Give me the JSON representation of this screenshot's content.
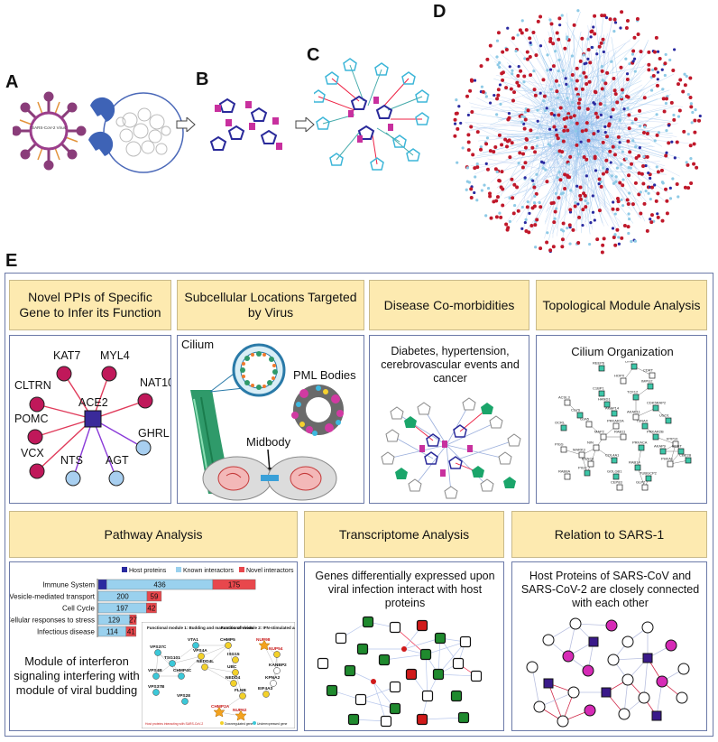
{
  "top_panels": {
    "a_label": "A",
    "b_label": "B",
    "c_label": "C",
    "d_label": "D",
    "virus_text": "SARS-CoV-2 Virus"
  },
  "section_e": {
    "label": "E",
    "row1": [
      {
        "title": "Novel PPIs of Specific Gene to Infer its Function"
      },
      {
        "title": "Subcellular Locations Targeted by Virus"
      },
      {
        "title": "Disease Co-morbidities"
      },
      {
        "title": "Topological Module Analysis"
      }
    ],
    "row2": [
      {
        "title": "Pathway Analysis"
      },
      {
        "title": "Transcriptome Analysis"
      },
      {
        "title": "Relation to SARS-1"
      }
    ],
    "ppi": {
      "center": "ACE2",
      "nodes": [
        "CLTRN",
        "KAT7",
        "MYL4",
        "NAT10",
        "POMC",
        "GHRL",
        "VCX",
        "AGT",
        "NTS"
      ]
    },
    "subcellular": {
      "cilium": "Cilium",
      "pml": "PML Bodies",
      "midbody": "Midbody"
    },
    "comorbid_text": "Diabetes, hypertension, cerebrovascular events and cancer",
    "topo": {
      "title": "Cilium Organization",
      "genes": [
        "REEP6",
        "LIFAP",
        "CDRT",
        "HOPX",
        "IMPG2",
        "C1BP1",
        "TCF12",
        "HAND1",
        "ACSL3",
        "AKAP14",
        "CLVS",
        "CDK5RAP2",
        "AKAP11",
        "GJA5",
        "PRKAR2A",
        "TSNAX",
        "RAB11",
        "MAP2",
        "PRKAR2B",
        "RTP10",
        "NIN",
        "PRKACA",
        "AKAP9",
        "PCNT",
        "PIGS",
        "MARK3",
        "CEP2B",
        "COL4A1",
        "KCNQ1",
        "PHKA1",
        "RAB8A",
        "TUBGCP2",
        "PIGC",
        "GOLGB1",
        "RAB14",
        "OCRL",
        "USO1",
        "CEP83",
        "GLP2"
      ]
    },
    "pathway": {
      "legend": [
        "Host proteins",
        "Known interactors",
        "Novel interactors"
      ],
      "legend_colors": [
        "#2a2aa0",
        "#9ad1ee",
        "#e8474c"
      ],
      "rows": [
        {
          "label": "Immune System",
          "values": [
            34,
            436,
            175
          ]
        },
        {
          "label": "Vesicle-mediated transport",
          "values": [
            0,
            200,
            59
          ]
        },
        {
          "label": "Cell Cycle",
          "values": [
            0,
            197,
            42
          ]
        },
        {
          "label": "Cellular responses to stress",
          "values": [
            0,
            129,
            27
          ]
        },
        {
          "label": "Infectious disease",
          "values": [
            0,
            114,
            41
          ]
        }
      ],
      "inset_module1": "Functional module 1: Budding and maturation of virion",
      "inset_module2": "Functional module 2: IFN-stimulated anti-viral mechanism",
      "inset_nodes": [
        "VTA1",
        "CHMP5",
        "NUP98",
        "VPS37C",
        "VPS4A",
        "ISG15",
        "NUP54",
        "TSG101",
        "NEDD4L",
        "UBC",
        "KANBP2",
        "VPS4B",
        "CHMP4C",
        "NEDD4",
        "KPNA2",
        "VPS37B",
        "FLNB",
        "EIF4A3",
        "VPS28",
        "CHMP2A",
        "NUP62"
      ],
      "inset_footer": [
        "Host proteins interacting with SARS-CoV-2",
        "Downregulated gene",
        "Underexpressed gene"
      ],
      "caption": "Module of interferon signaling interfering with module of viral budding"
    },
    "transcriptome_text": "Genes differentially expressed upon viral infection interact with host proteins",
    "sars1_text": "Host Proteins of SARS-CoV and SARS-CoV-2 are closely connected with each other"
  }
}
